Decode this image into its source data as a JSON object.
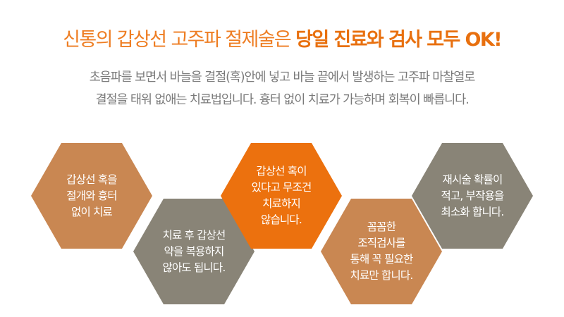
{
  "headline": {
    "prefix": "신통의 갑상선 고주파 절제술은 ",
    "emphasis": "당일 진료와 검사 모두 OK!"
  },
  "description": {
    "lines": [
      "초음파를 보면서 바늘을 결절(혹)안에 넣고 바늘 끝에서 발생하는 고주파 마찰열로",
      "결절을 태워 없애는 치료법입니다. 흉터 없이 치료가 가능하며 회복이 빠릅니다."
    ]
  },
  "colors": {
    "accent_orange": "#ec710e",
    "tan": "#c98752",
    "gray": "#898477",
    "text_gray": "#7a7a7a"
  },
  "hexagons": [
    {
      "color": "tan",
      "lines": [
        "갑상선 혹을",
        "절개와 흉터",
        "없이 치료"
      ]
    },
    {
      "color": "gray",
      "lines": [
        "치료 후 갑상선",
        "약을 복용하지",
        "않아도 됩니다."
      ]
    },
    {
      "color": "orange",
      "lines": [
        "갑상선 혹이",
        "있다고 무조건",
        "치료하지",
        "않습니다."
      ]
    },
    {
      "color": "tan",
      "lines": [
        "꼼꼼한",
        "조직검사를",
        "통해 꼭 필요한",
        "치료만 합니다."
      ]
    },
    {
      "color": "gray",
      "lines": [
        "재시술 확률이",
        "적고, 부작용을",
        "최소화 합니다."
      ]
    }
  ]
}
